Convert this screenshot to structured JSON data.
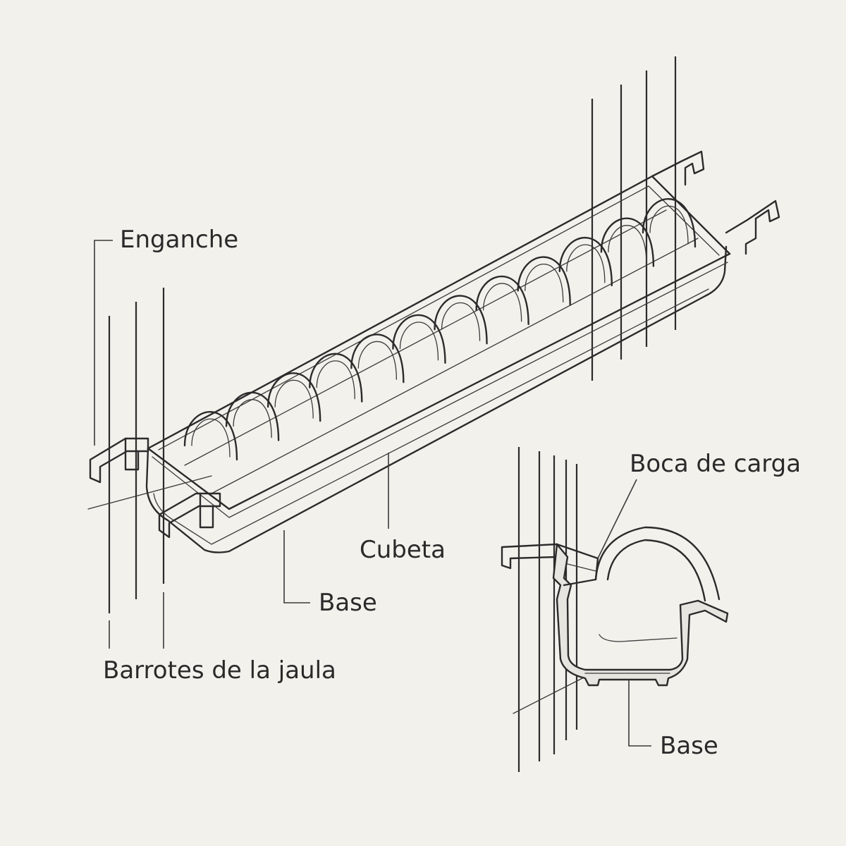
{
  "labels": {
    "enganche": "Enganche",
    "cubeta": "Cubeta",
    "base_main": "Base",
    "barrotes": "Barrotes de la jaula",
    "boca_de_carga": "Boca de carga",
    "base_detail": "Base"
  },
  "colors": {
    "background": "#f2f1ec",
    "ink": "#2b2b2b"
  }
}
